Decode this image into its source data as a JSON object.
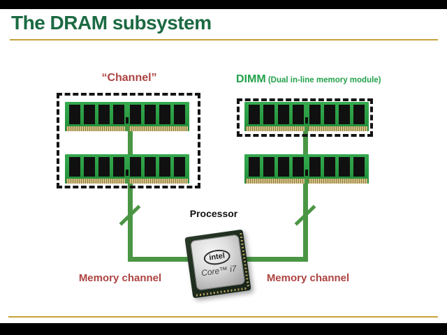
{
  "slide": {
    "title": "The DRAM subsystem",
    "channel_label": "“Channel”",
    "dimm_label": "DIMM",
    "dimm_sublabel": " (Dual in-line memory module)",
    "processor_label": "Processor",
    "memory_channel_left_label": "Memory channel",
    "memory_channel_right_label": "Memory channel",
    "cpu": {
      "brand": "intel",
      "model": "Core™ i7"
    },
    "colors": {
      "title_green": "#1b6a42",
      "accent_gold": "#c6a23a",
      "label_red": "#ad4341",
      "label_green": "#22a14b",
      "line_green": "#4a9645",
      "dimm_pcb": "#2b9c43",
      "dimm_chip": "#101010",
      "dimm_contacts": "#d2c084"
    }
  }
}
